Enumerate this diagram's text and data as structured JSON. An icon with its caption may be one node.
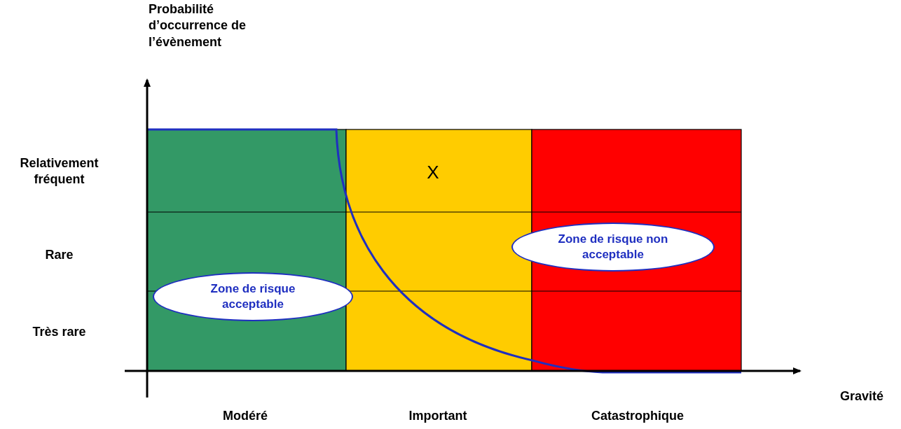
{
  "diagram": {
    "nodes": [
      {
        "text": [
          "Zone de risque non acceptable"
        ]
      },
      {
        "text": [
          "Zone de risque acceptable"
        ]
      }
    ],
    "labels": [
      "Probabilité d’occurrence de l’évènement",
      "Relativement fréquent",
      "X",
      "Rare",
      "Très rare",
      "Gravité",
      "Modéré",
      "Important",
      "Catastrophique"
    ]
  }
}
